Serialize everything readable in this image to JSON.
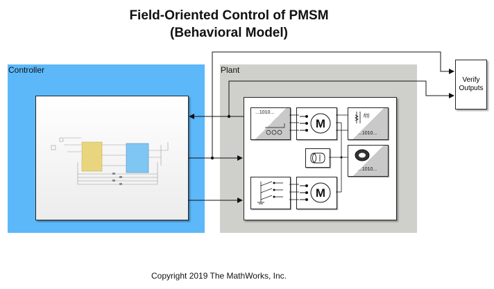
{
  "title": {
    "line1": "Field-Oriented Control of PMSM",
    "line2": "(Behavioral Model)"
  },
  "controller": {
    "label": "Controller"
  },
  "plant": {
    "label": "Plant"
  },
  "verify": {
    "line1": "Verify",
    "line2": "Outputs"
  },
  "plant_blocks": {
    "inverter_label": "...1010...",
    "sensor_label": "...1010...",
    "encoder_label": "...1010...",
    "sensor_func": "f(t)"
  },
  "copyright": "Copyright 2019 The MathWorks, Inc.",
  "colors": {
    "controller_bg": "#5cb8f9",
    "plant_bg": "#cfd0cb",
    "yellow_block": "#e8d57e",
    "blue_block": "#80c6f3"
  }
}
